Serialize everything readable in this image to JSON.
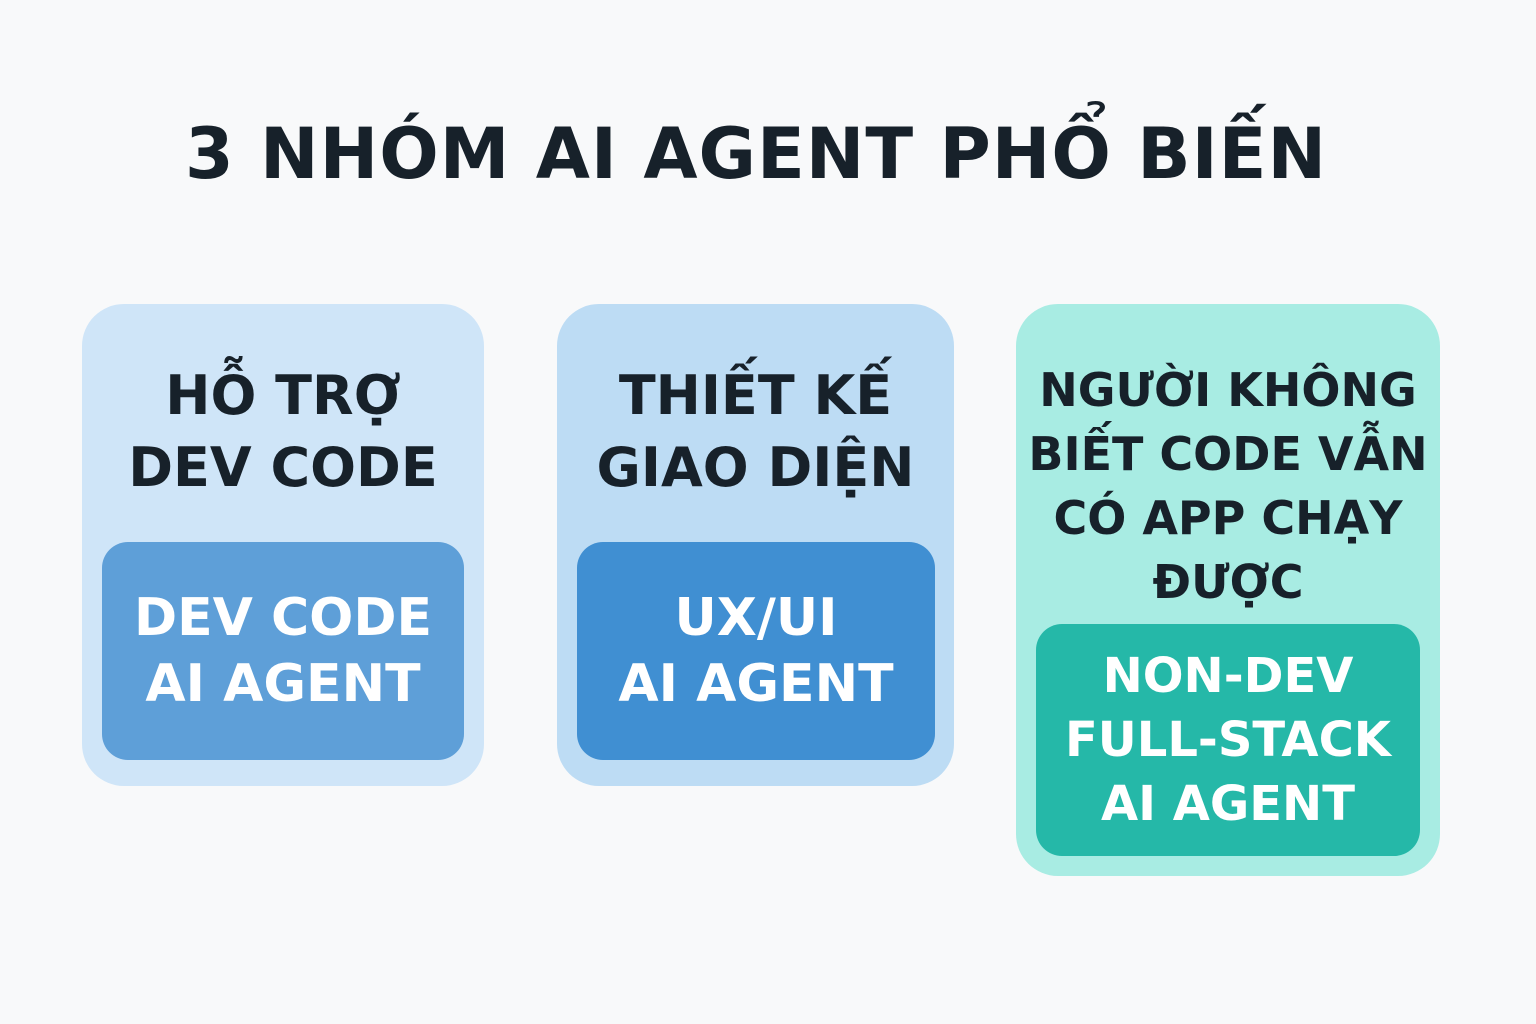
{
  "title": "3 NHÓM AI AGENT PHỔ BIẾN",
  "cards": [
    {
      "heading": "HỖ TRỢ\nDEV CODE",
      "label": "DEV CODE\nAI AGENT",
      "outer_color": "#cfe5f8",
      "inner_color": "#5e9fd8"
    },
    {
      "heading": "THIẾT KẾ\nGIAO DIỆN",
      "label": "UX/UI\nAI AGENT",
      "outer_color": "#bddcf4",
      "inner_color": "#408fd2"
    },
    {
      "heading": "NGƯỜI KHÔNG\nBIẾT CODE VẪN\nCÓ APP CHẠY\nĐƯỢC",
      "label": "NON-DEV\nFULL-STACK\nAI AGENT",
      "outer_color": "#a8ece3",
      "inner_color": "#25b8a8"
    }
  ]
}
